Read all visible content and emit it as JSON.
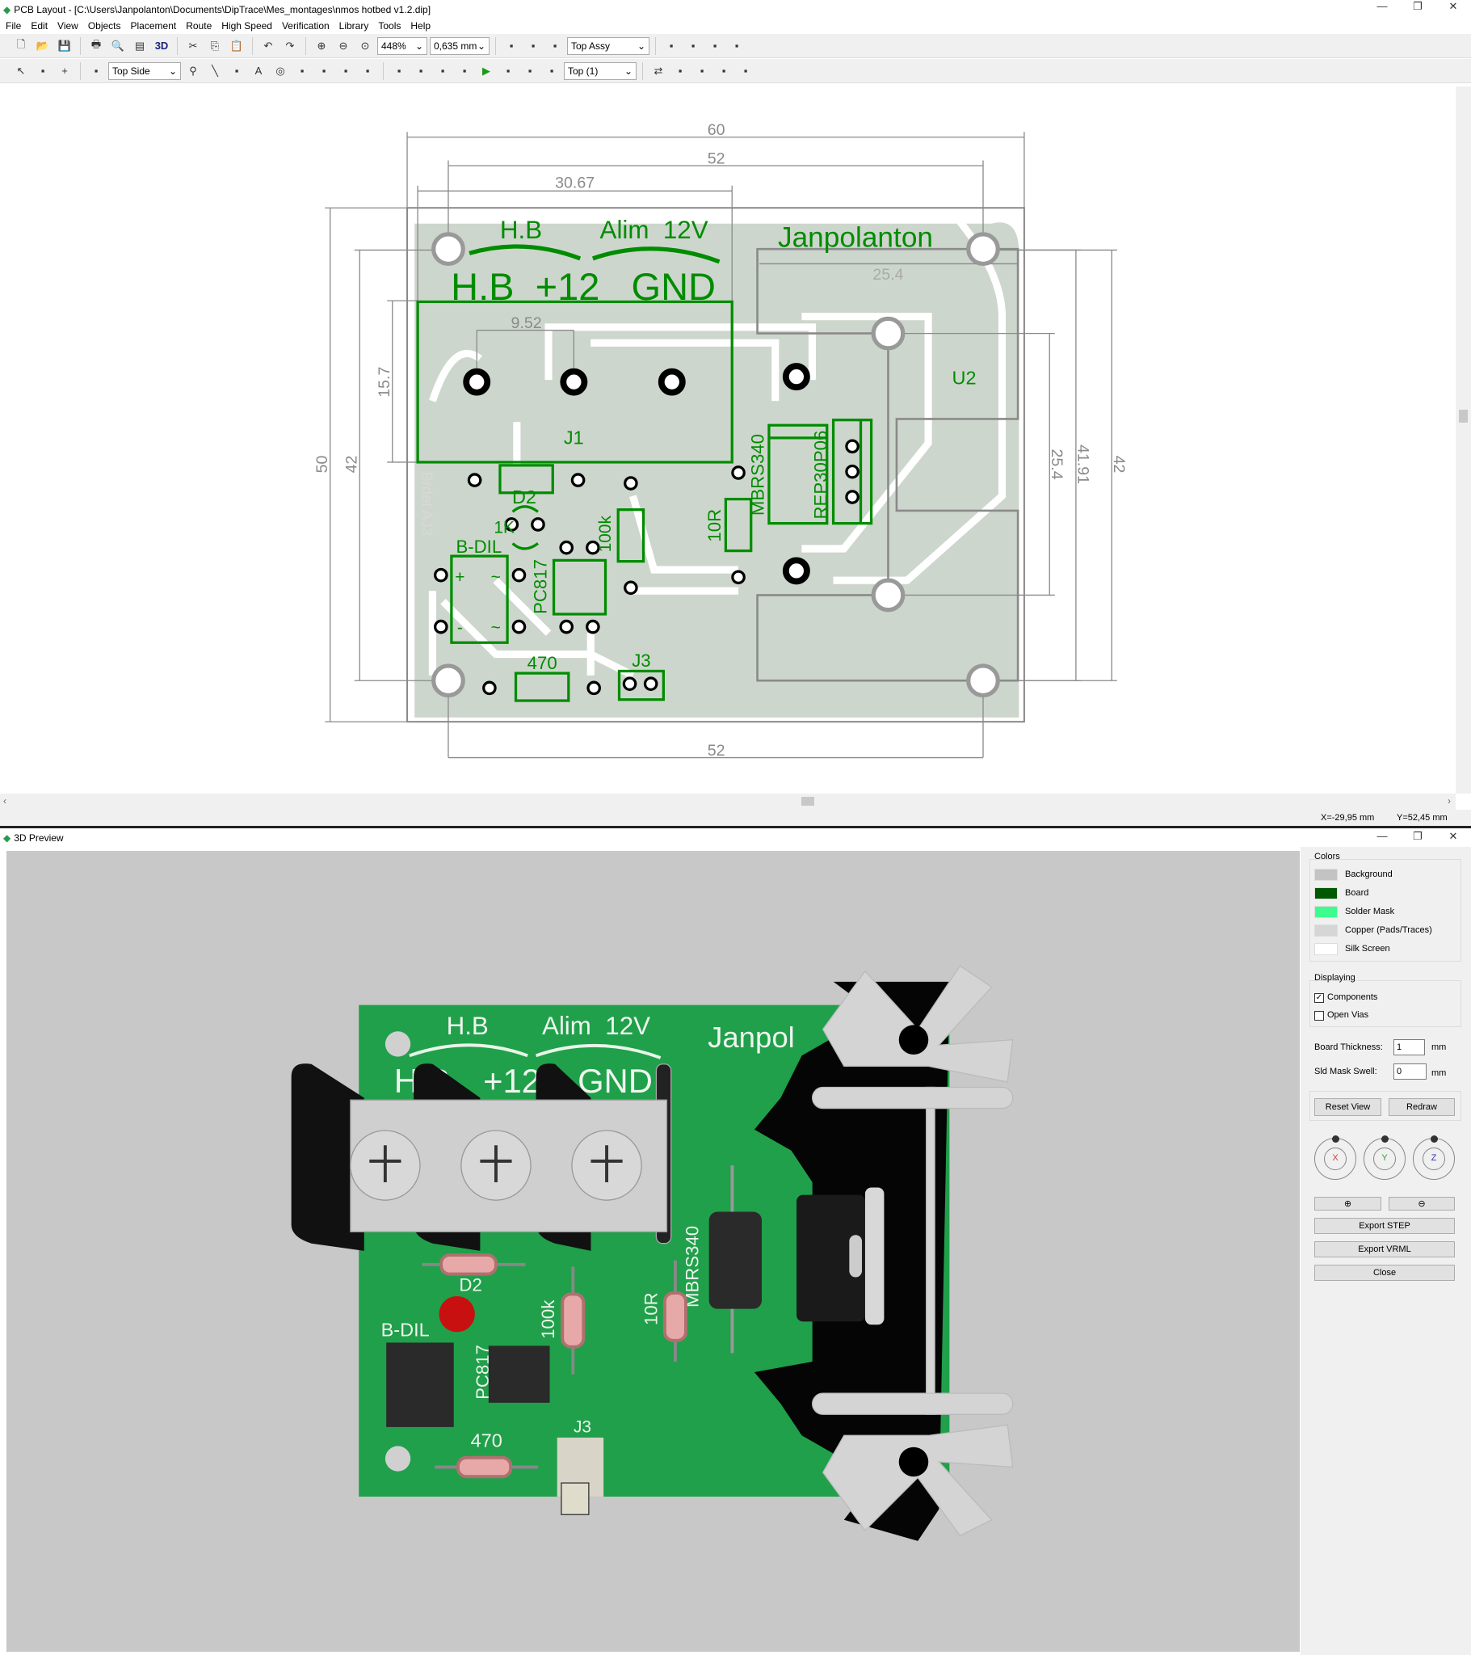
{
  "main_window": {
    "title": "PCB Layout - [C:\\Users\\Janpolanton\\Documents\\DipTrace\\Mes_montages\\nmos hotbed v1.2.dip]",
    "menu": [
      "File",
      "Edit",
      "View",
      "Objects",
      "Placement",
      "Route",
      "High Speed",
      "Verification",
      "Library",
      "Tools",
      "Help"
    ],
    "toolbar1": {
      "icons_a": [
        "new-file-icon",
        "open-file-icon",
        "save-icon"
      ],
      "icons_b": [
        "print-icon",
        "print-preview-icon",
        "report-icon"
      ],
      "label_3d": "3D",
      "icons_c": [
        "cut-icon",
        "copy-icon",
        "paste-icon"
      ],
      "icons_d": [
        "undo-icon",
        "redo-icon"
      ],
      "icons_e": [
        "zoom-in-icon",
        "zoom-out-icon",
        "zoom-fit-icon"
      ],
      "zoom": "448%",
      "grid": "0,635 mm",
      "icons_f": [
        "layer-setup-icon",
        "spell-check-icon",
        "image-icon"
      ],
      "view_mode": "Top Assy",
      "icons_g": [
        "drc-ok-icon",
        "net-connect-icon",
        "net-disconnect-icon",
        "export-icon"
      ]
    },
    "toolbar2": {
      "icons_a": [
        "select-icon",
        "component-icon",
        "crosshair-icon"
      ],
      "icon_b": "layer-icon",
      "side": "Top Side",
      "icons_c": [
        "find-icon",
        "line-icon",
        "pad-icon",
        "text-icon",
        "via-icon",
        "copper-pour-icon",
        "shape-icon",
        "dimension-icon",
        "table-icon"
      ],
      "icons_d": [
        "route-icon",
        "route-manual-icon",
        "unroute-icon",
        "net-icon",
        "run-autoroute-icon",
        "route-report-icon",
        "drc-icon",
        "drc-report-icon"
      ],
      "layer": "Top (1)",
      "icons_e": [
        "toggle-icon",
        "layer-top-icon",
        "layer-bottom-icon",
        "trace-tune-icon",
        "trace-length-icon"
      ]
    },
    "status": {
      "x": "X=-29,95 mm",
      "y": "Y=52,45 mm"
    },
    "colors": {
      "silk": "#008c00",
      "dim": "#8a8a8a",
      "copper": "#cdd6cc"
    }
  },
  "pcb": {
    "dims": {
      "d60": "60",
      "d52_top": "52",
      "d30_67": "30.67",
      "d50": "50",
      "d42_left": "42",
      "d15_7": "15.7",
      "d9_52": "9.52",
      "d25_4_top": "25.4",
      "d25_4_right": "25.4",
      "d41_91": "41.91",
      "d42_right": "42",
      "d52_bottom": "52"
    },
    "labels": {
      "hb_top": "H.B",
      "alim": "Alim  12V",
      "terminals": "H.B  +12   GND",
      "author": "Janpolanton",
      "u2": "U2",
      "j1": "J1",
      "d2": "D2",
      "r1k": "1K",
      "bdil": "B-DIL",
      "pc817": "PC817",
      "r100k": "100k",
      "r10": "10R",
      "mbrs": "MBRS340",
      "rep": "REP30P06",
      "r470": "470",
      "j3": "J3",
      "mirror": "Brdet AJ3",
      "plus": "+",
      "minus": "-",
      "ac1": "~",
      "ac2": "~"
    }
  },
  "preview": {
    "title": "3D Preview",
    "labels": {
      "hb": "H.B",
      "alim": "Alim  12V",
      "author": "Janpol",
      "hb2": "H.B",
      "p12": "+12",
      "gnd": "GND",
      "d2": "D2",
      "bdil": "B-DIL",
      "pc817": "PC817",
      "r100k": "100k",
      "r10": "10R",
      "mbrs": "MBRS340",
      "r470": "470",
      "j3": "J3"
    },
    "colors_group": "Colors",
    "color_items": [
      {
        "label": "Background",
        "color": "#c3c3c3"
      },
      {
        "label": "Board",
        "color": "#005800"
      },
      {
        "label": "Solder Mask",
        "color": "#3dfc8e"
      },
      {
        "label": "Copper (Pads/Traces)",
        "color": "#d6d6d6"
      },
      {
        "label": "Silk Screen",
        "color": "#ffffff"
      }
    ],
    "displaying_group": "Displaying",
    "components": {
      "label": "Components",
      "checked": true
    },
    "open_vias": {
      "label": "Open Vias",
      "checked": false
    },
    "board_thickness": {
      "label": "Board Thickness:",
      "value": "1",
      "unit": "mm"
    },
    "mask_swell": {
      "label": "Sld Mask Swell:",
      "value": "0",
      "unit": "mm"
    },
    "reset_view": "Reset View",
    "redraw": "Redraw",
    "axes": [
      "X",
      "Y",
      "Z"
    ],
    "export_step": "Export STEP",
    "export_vrml": "Export VRML",
    "close": "Close"
  }
}
